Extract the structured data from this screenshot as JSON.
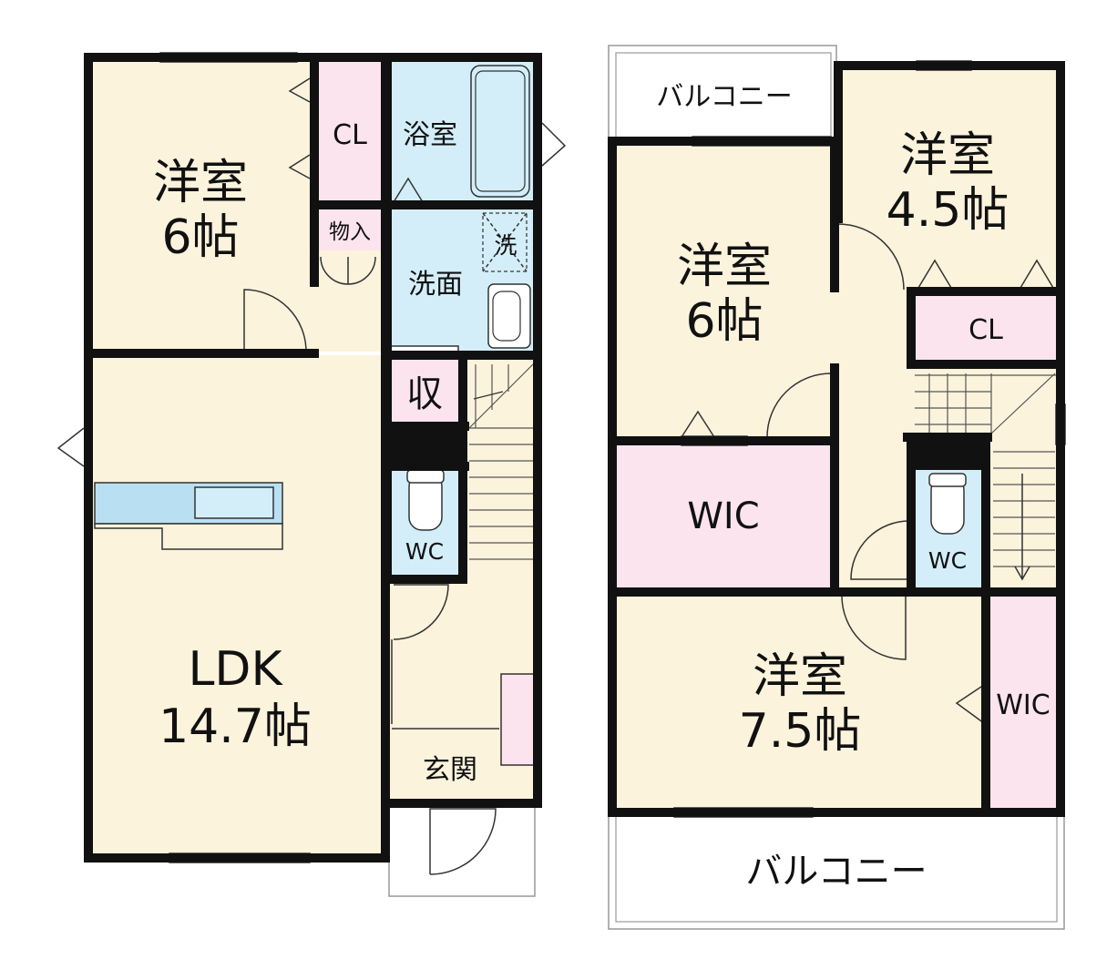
{
  "colors": {
    "room_beige": "#fcf3dc",
    "closet_pink": "#fce4ee",
    "wet_blue": "#d3eef9",
    "wall": "#111111",
    "fixture_blue": "#b9e0f2"
  },
  "floor1": {
    "room_6_name": "洋室",
    "room_6_size": "6帖",
    "cl": "CL",
    "bath": "浴室",
    "storage_small": "物入",
    "washer": "洗",
    "washroom": "洗面",
    "shu": "収",
    "wc": "WC",
    "ldk_name": "LDK",
    "ldk_size": "14.7帖",
    "entrance": "玄関"
  },
  "floor2": {
    "balcony_top": "バルコニー",
    "room_45_name": "洋室",
    "room_45_size": "4.5帖",
    "room_6_name": "洋室",
    "room_6_size": "6帖",
    "cl": "CL",
    "wic_left": "WIC",
    "wc": "WC",
    "room_75_name": "洋室",
    "room_75_size": "7.5帖",
    "wic_right": "WIC",
    "balcony_bottom": "バルコニー"
  }
}
